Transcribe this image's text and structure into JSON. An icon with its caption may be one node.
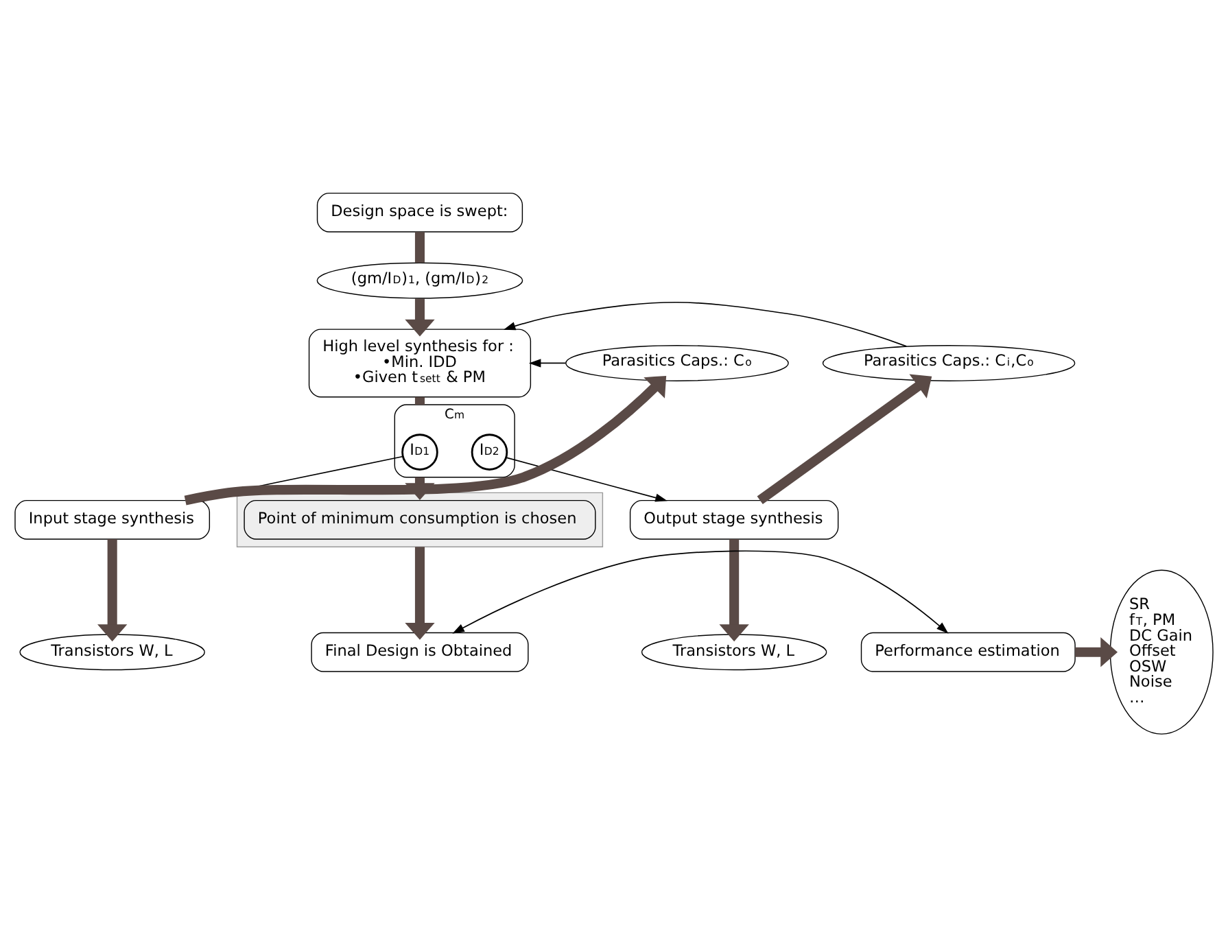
{
  "diagram": {
    "nodes": [
      {
        "text": [
          "Design space is swept:"
        ]
      },
      {
        "text": [
          "(gm/I$_{D}$)$_{1}$, (gm/I$_{D}$)$_{2}$"
        ]
      },
      {
        "text": [
          "High level synthesis for :",
          "•Min. IDD",
          "•Given t$_{sett}$ & PM"
        ]
      },
      {
        "text": [
          "Parasitics Caps.: C$_{o}$"
        ]
      },
      {
        "text": [
          "Parasitics Caps.: C$_{i}$,C$_{o}$"
        ]
      },
      {
        "text": [
          "C$_{m}$"
        ]
      },
      {
        "text": [
          "I$_{D1}$"
        ],
        "in": 5
      },
      {
        "text": [
          "I$_{D2}$"
        ],
        "in": 5
      },
      {
        "text": [
          "Input stage synthesis"
        ]
      },
      {
        "text": [
          "Output stage synthesis"
        ]
      },
      {
        "text": [
          "Transistors W, L"
        ]
      },
      {
        "text": [
          "Transistors W, L"
        ]
      },
      {
        "text": [],
        "shape": "picture"
      },
      {
        "text": [
          "Point of minimum consumption is chosen"
        ],
        "in": 12
      },
      {
        "text": [
          "Performance estimation"
        ]
      },
      {
        "text": [
          "Final Design is Obtained"
        ]
      },
      {
        "text": [
          "SR",
          "f$_{T}$, PM",
          "DC Gain",
          "Offset",
          "OSW",
          "Noise",
          "…"
        ]
      }
    ],
    "edges": [
      {
        "from": 0,
        "to": 1,
        "arrow": "none"
      },
      {
        "from": 1,
        "to": 2,
        "arrow": "to"
      },
      {
        "from": 2,
        "to": 5,
        "arrow": "none"
      },
      {
        "from": 3,
        "to": 2,
        "arrow": "to",
        "color": "#000000"
      },
      {
        "from": 4,
        "to": 2,
        "arrow": "to",
        "color": "#000000"
      },
      {
        "from": 8,
        "to": 3,
        "arrow": "to"
      },
      {
        "from": 9,
        "to": 4,
        "arrow": "to"
      },
      {
        "from": 6,
        "to": 8,
        "arrow": "to",
        "color": "#000000"
      },
      {
        "from": 7,
        "to": 9,
        "arrow": "to",
        "color": "#000000"
      },
      {
        "from": 5,
        "to": 12,
        "arrow": "to"
      },
      {
        "from": 8,
        "to": 10,
        "arrow": "to"
      },
      {
        "from": 9,
        "to": 11,
        "arrow": "to"
      },
      {
        "from": 12,
        "to": 15,
        "arrow": "to"
      },
      {
        "from": 14,
        "to": 15,
        "arrow": "both",
        "color": "#000000"
      },
      {
        "from": 14,
        "to": 16,
        "arrow": "to"
      }
    ]
  }
}
